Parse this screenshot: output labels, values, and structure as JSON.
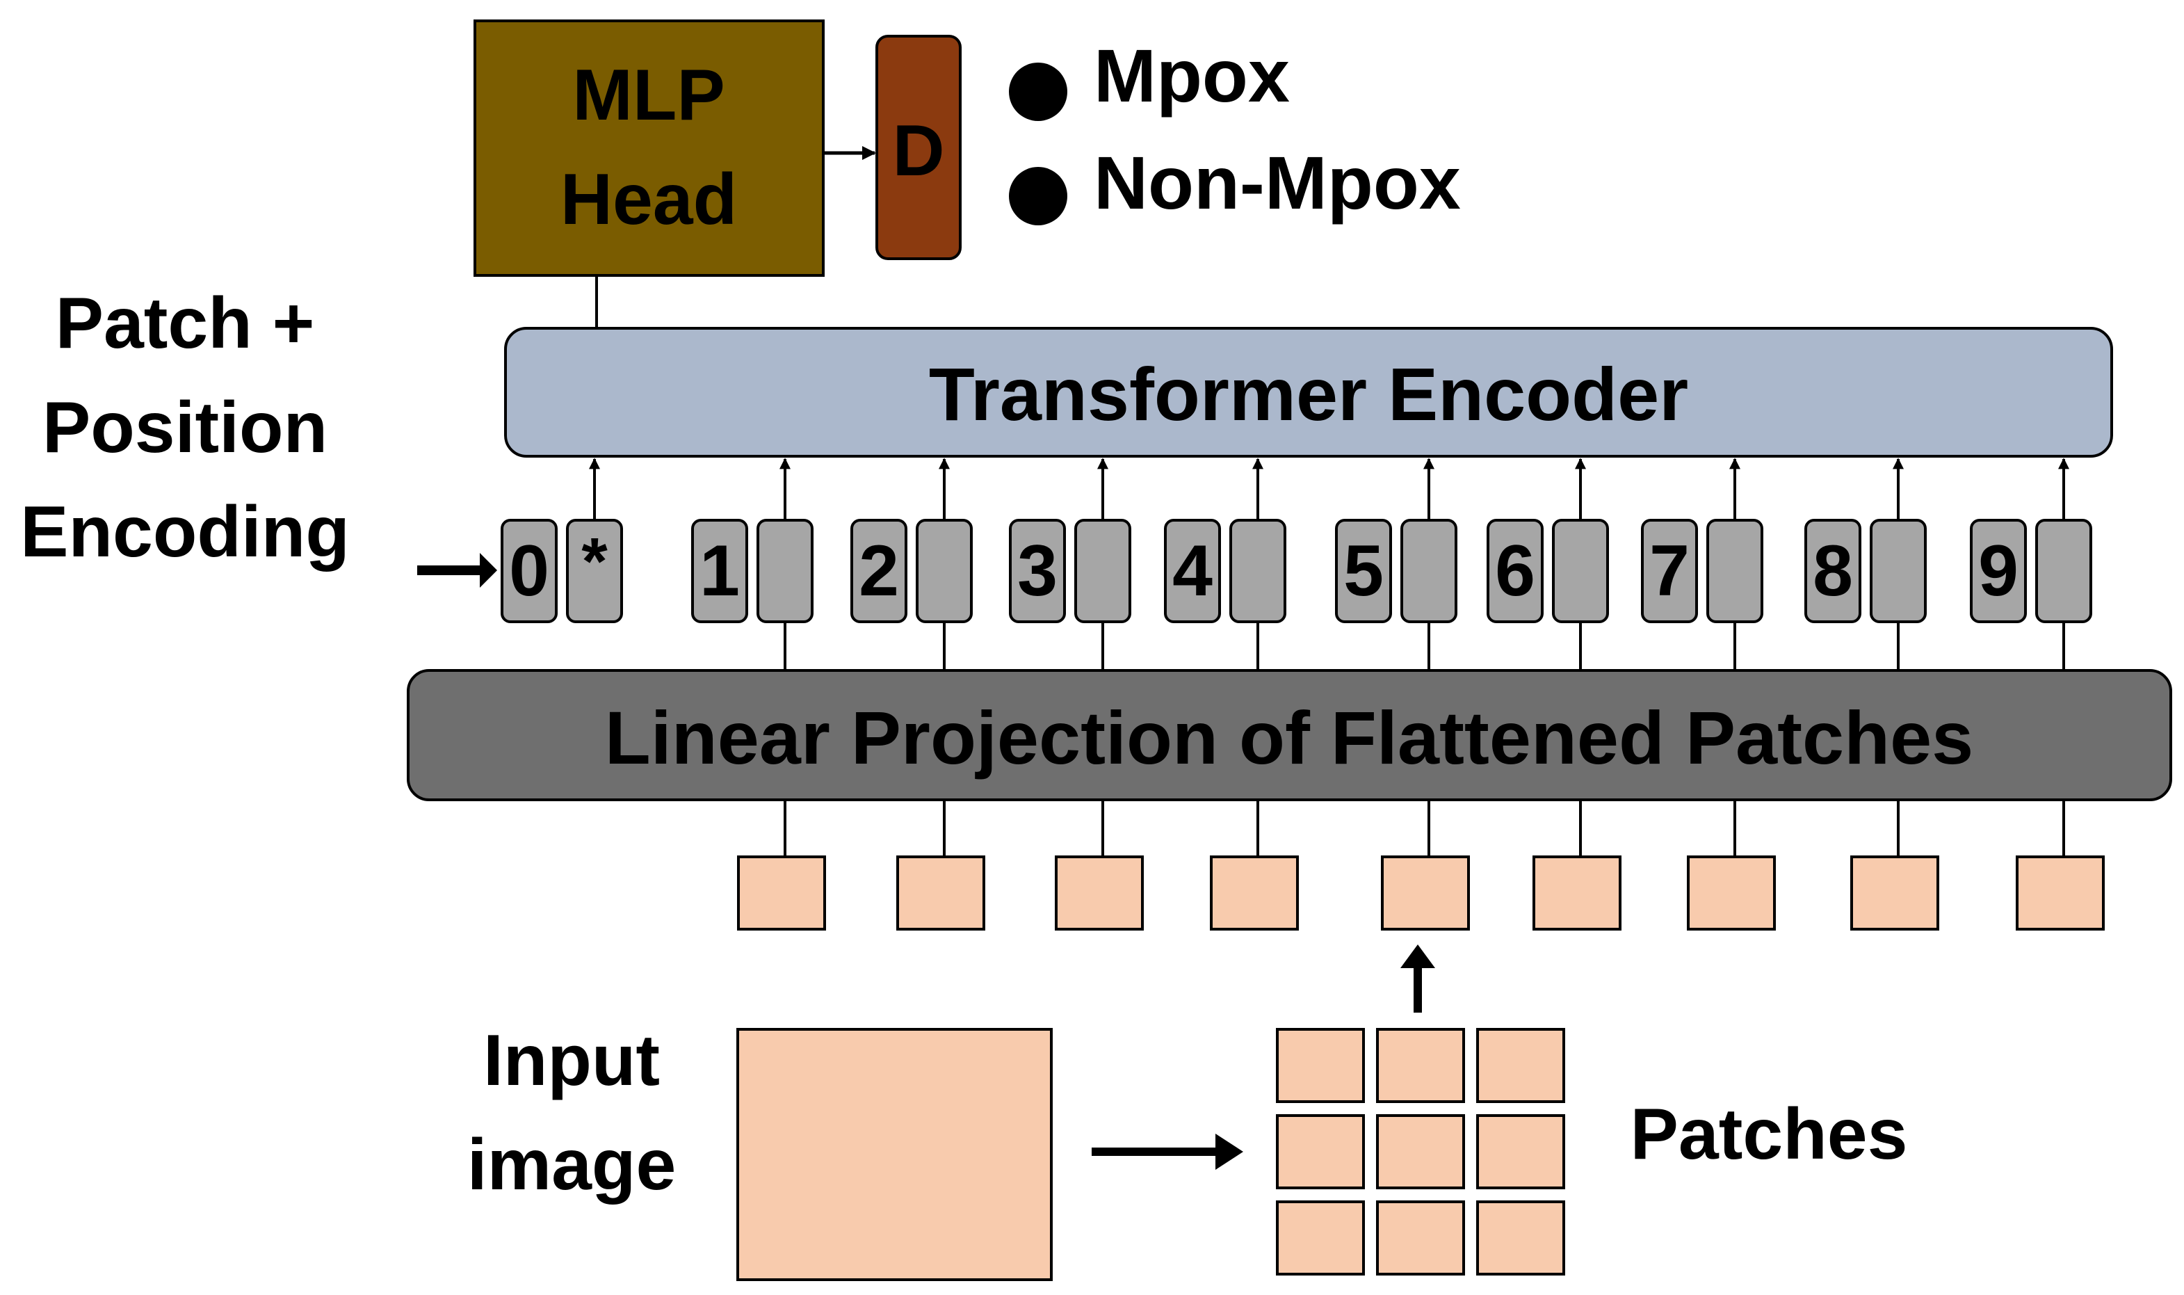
{
  "diagram": {
    "mlp_head": {
      "line1": "MLP",
      "line2": "Head"
    },
    "decision": {
      "label": "D"
    },
    "classes": [
      "Mpox",
      "Non-Mpox"
    ],
    "position_encoding_label": [
      "Patch +",
      "Position",
      "Encoding"
    ],
    "transformer_label": "Transformer Encoder",
    "tokens": [
      "0",
      "1",
      "2",
      "3",
      "4",
      "5",
      "6",
      "7",
      "8",
      "9"
    ],
    "class_token_symbol": "*",
    "projection_label": "Linear Projection of Flattened Patches",
    "input_label": [
      "Input",
      "image"
    ],
    "patches_label": "Patches",
    "patch_count": 9
  },
  "colors": {
    "mlp_head": "#7a5c00",
    "decision": "#8b3a0f",
    "transformer": "#abb8cc",
    "token": "#a6a6a6",
    "projection": "#6f6f6f",
    "patch": "#f8cbad",
    "line": "#000000"
  }
}
